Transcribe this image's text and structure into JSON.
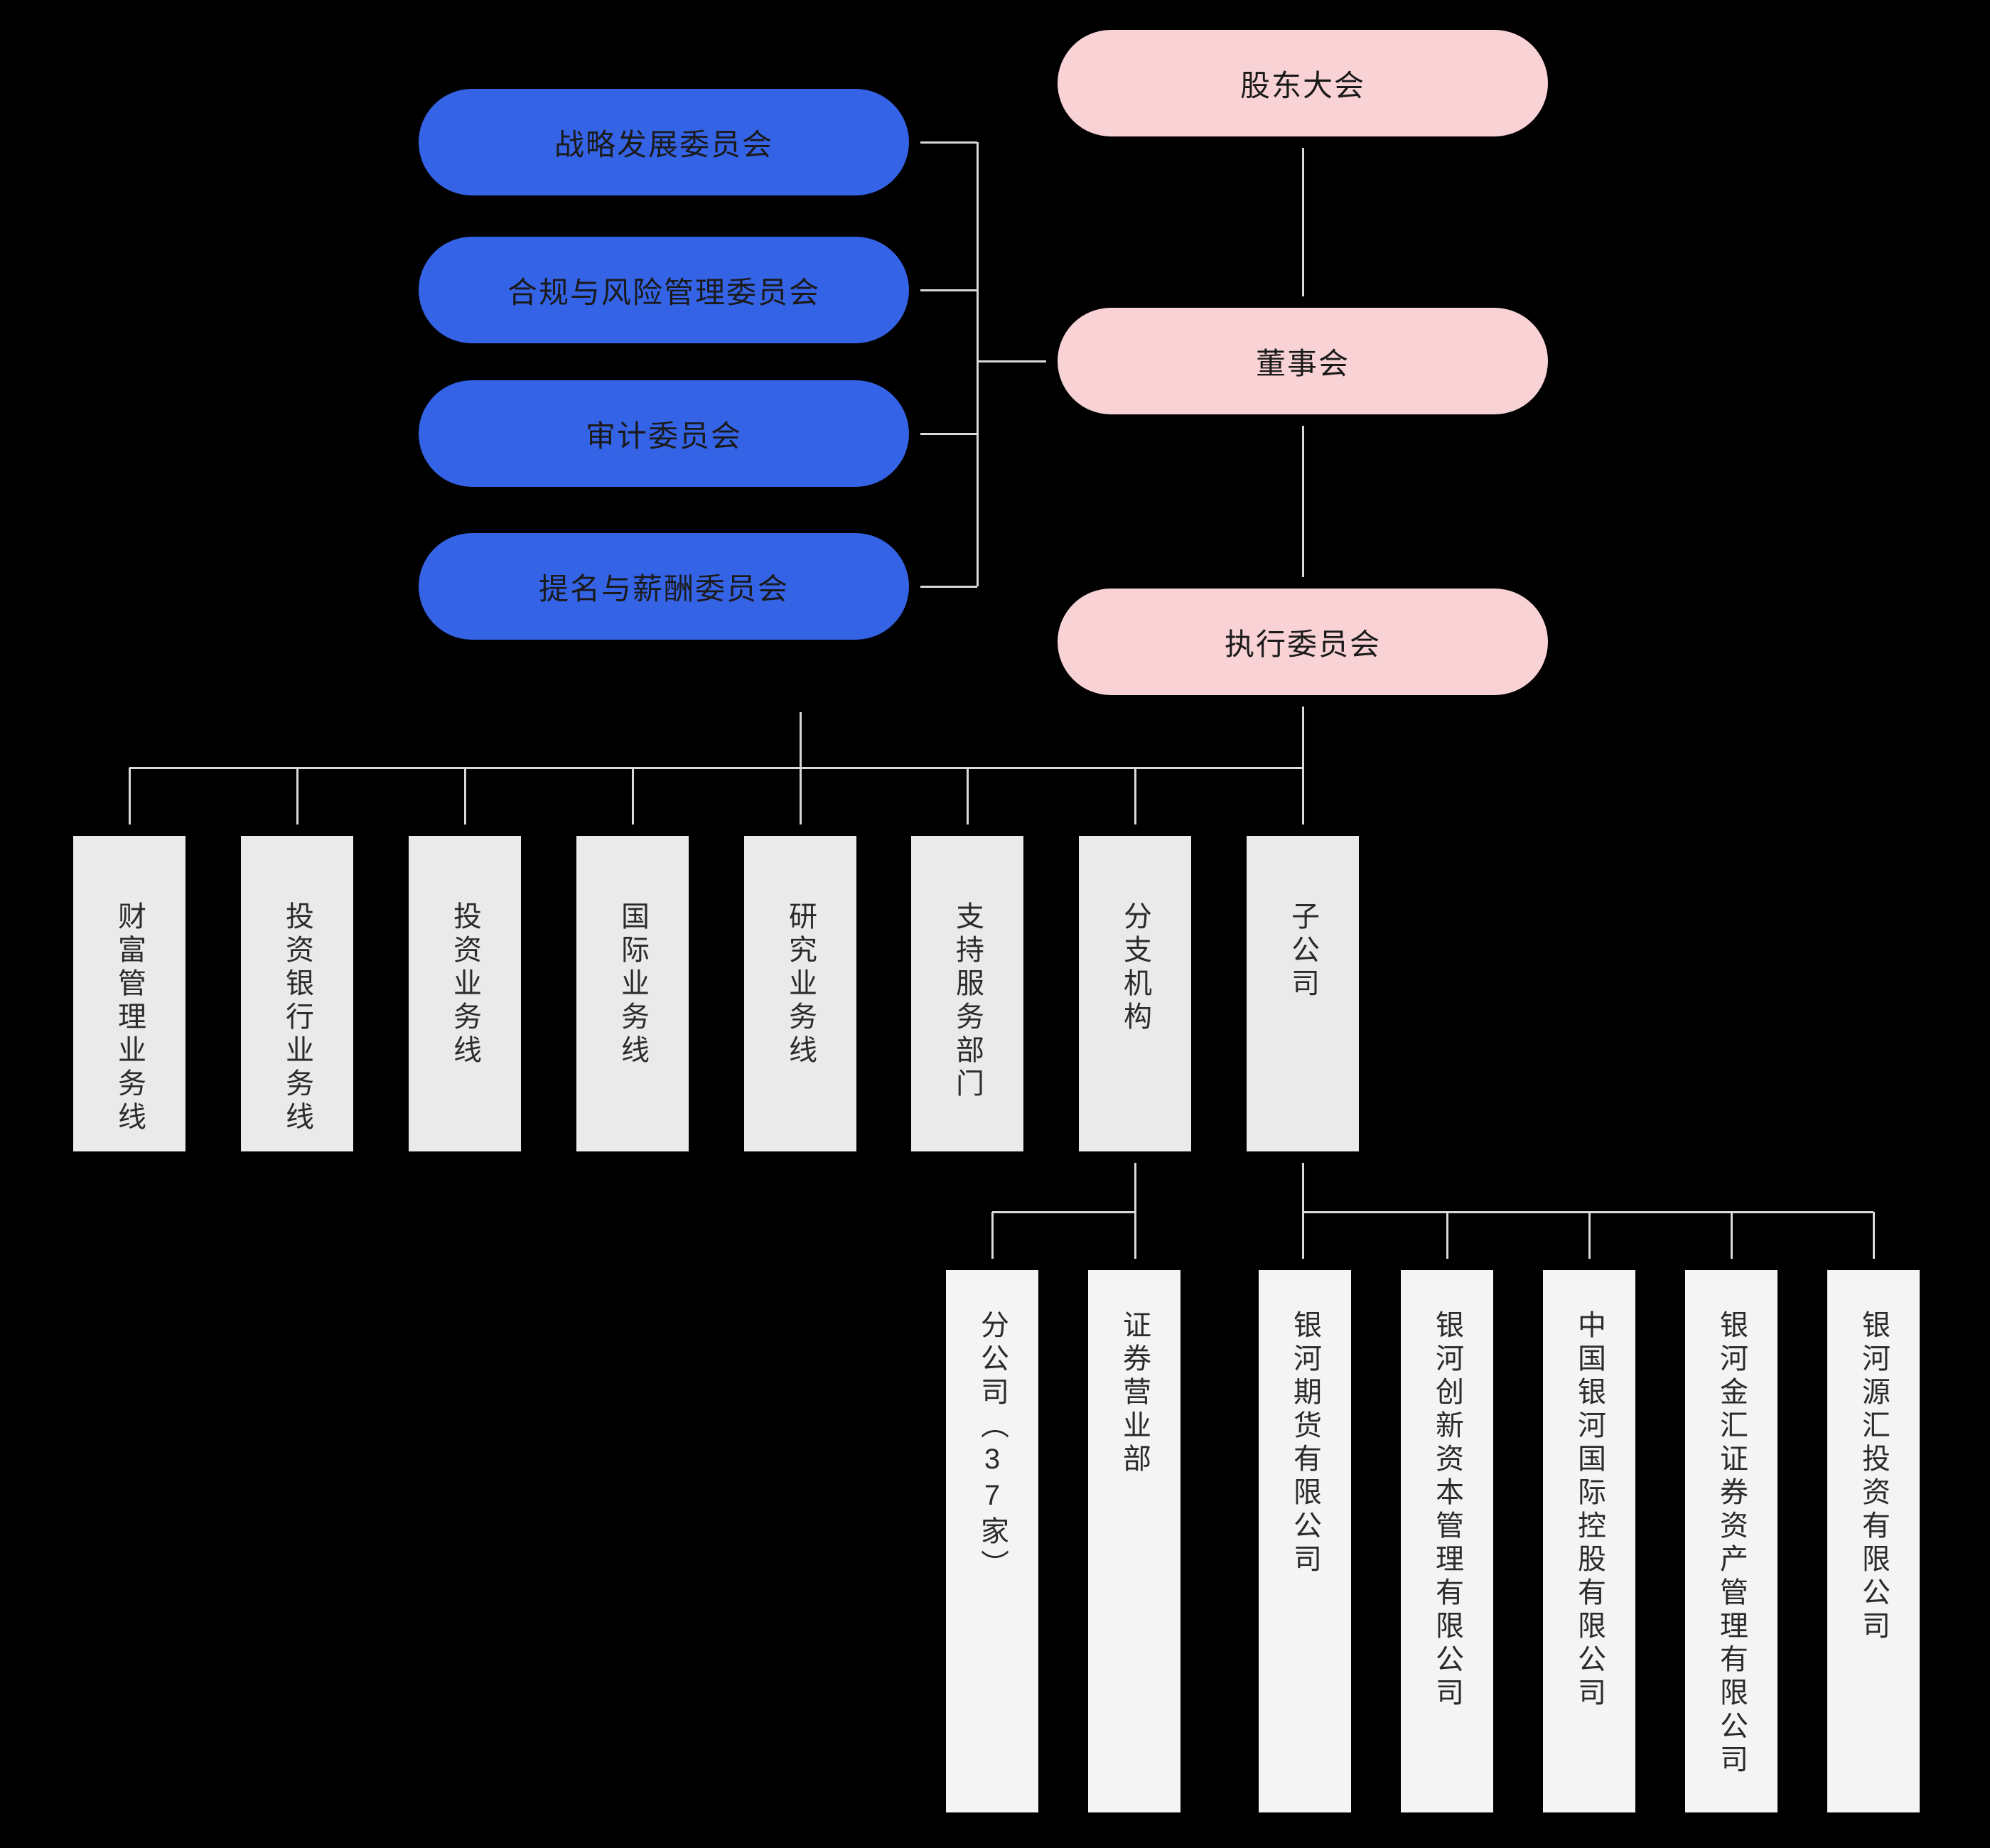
{
  "org": {
    "governance": {
      "shareholders": "股东大会",
      "board": "董事会",
      "executive_committee": "执行委员会"
    },
    "board_committees": [
      "战略发展委员会",
      "合规与风险管理委员会",
      "审计委员会",
      "提名与薪酬委员会"
    ],
    "business_lines": [
      "财富管理业务线",
      "投资银行业务线",
      "投资业务线",
      "国际业务线",
      "研究业务线",
      "支持服务部门",
      "分支机构",
      "子公司"
    ],
    "branch_children": [
      "分公司（37家）",
      "证券营业部"
    ],
    "subsidiary_children": [
      "银河期货有限公司",
      "银河创新资本管理有限公司",
      "中国银河国际控股有限公司",
      "银河金汇证券资产管理有限公司",
      "银河源汇投资有限公司"
    ]
  },
  "colors": {
    "background": "#000000",
    "committee_blue": "#3563E6",
    "governance_pink": "#F8D2D5",
    "department_gray": "#EAEAEA",
    "subsidiary_gray": "#F4F4F4",
    "connector_gray": "#D9D9D9",
    "pill_text": "#1A1A1A",
    "column_text": "#2B2B2B"
  }
}
